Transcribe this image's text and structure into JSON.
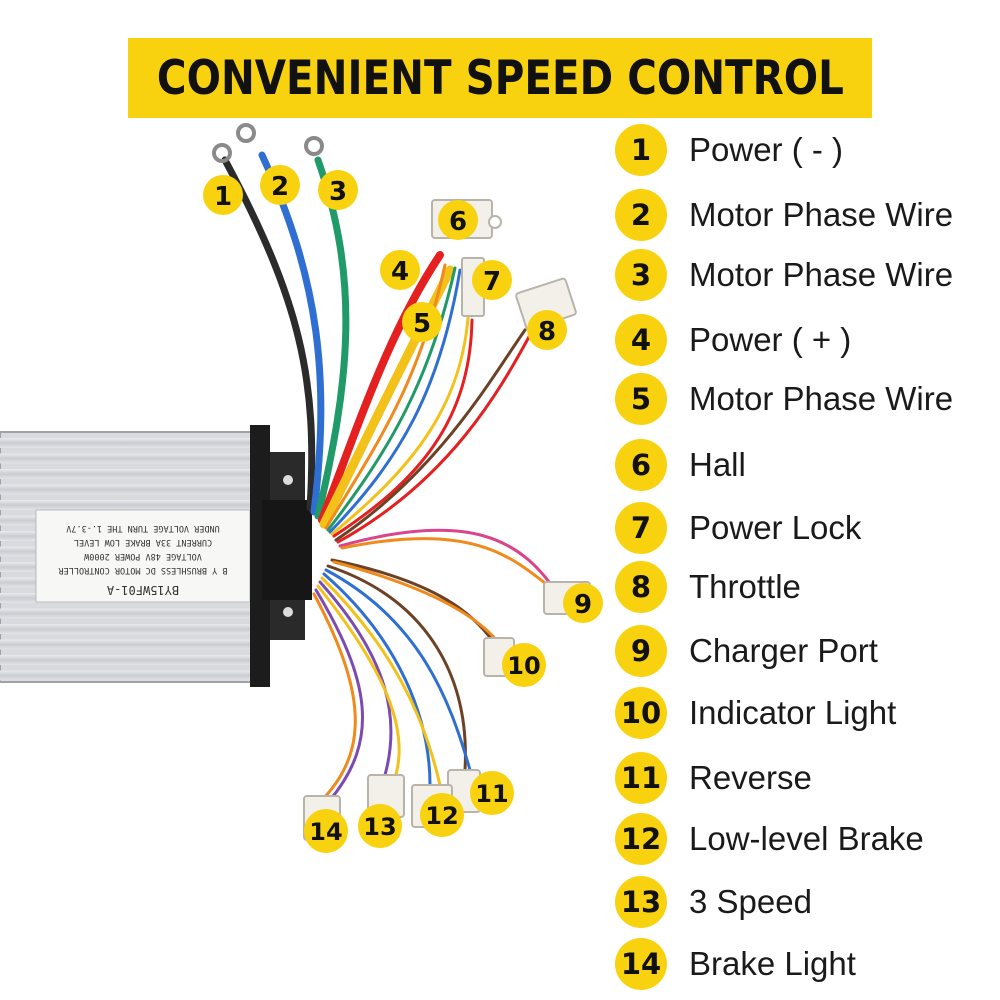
{
  "title": "CONVENIENT SPEED CONTROL",
  "controller_label": {
    "model": "BY15WF01-A",
    "lines": [
      "B Y   BRUSHLESS DC MOTOR CONTROLLER",
      "VOLTAGE  48V   POWER 2000W",
      "CURRENT  33A   BRAKE LOW LEVEL",
      "UNDER VOLTAGE   TURN THE 1.-3.7V"
    ]
  },
  "colors": {
    "accent_yellow": "#f9d20f",
    "wire_black": "#2b2b2b",
    "wire_blue": "#2e6fd1",
    "wire_green": "#1f9a68",
    "wire_red": "#e42020",
    "wire_yellow": "#f2c21a",
    "wire_orange": "#f08a1c",
    "wire_purple": "#7b4bb3",
    "wire_pink": "#d9448a",
    "wire_brown": "#6b4226"
  },
  "callouts": [
    {
      "num": "1"
    },
    {
      "num": "2"
    },
    {
      "num": "3"
    },
    {
      "num": "4"
    },
    {
      "num": "5"
    },
    {
      "num": "6"
    },
    {
      "num": "7"
    },
    {
      "num": "8"
    },
    {
      "num": "9"
    },
    {
      "num": "10"
    },
    {
      "num": "11"
    },
    {
      "num": "12"
    },
    {
      "num": "13"
    },
    {
      "num": "14"
    }
  ],
  "legend": [
    {
      "num": "1",
      "label": "Power ( - )"
    },
    {
      "num": "2",
      "label": "Motor Phase Wire"
    },
    {
      "num": "3",
      "label": "Motor Phase Wire"
    },
    {
      "num": "4",
      "label": "Power ( + )"
    },
    {
      "num": "5",
      "label": "Motor Phase Wire"
    },
    {
      "num": "6",
      "label": "Hall"
    },
    {
      "num": "7",
      "label": "Power Lock"
    },
    {
      "num": "8",
      "label": "Throttle"
    },
    {
      "num": "9",
      "label": "Charger Port"
    },
    {
      "num": "10",
      "label": "Indicator Light"
    },
    {
      "num": "11",
      "label": "Reverse"
    },
    {
      "num": "12",
      "label": "Low-level Brake"
    },
    {
      "num": "13",
      "label": "3 Speed"
    },
    {
      "num": "14",
      "label": "Brake Light"
    }
  ]
}
